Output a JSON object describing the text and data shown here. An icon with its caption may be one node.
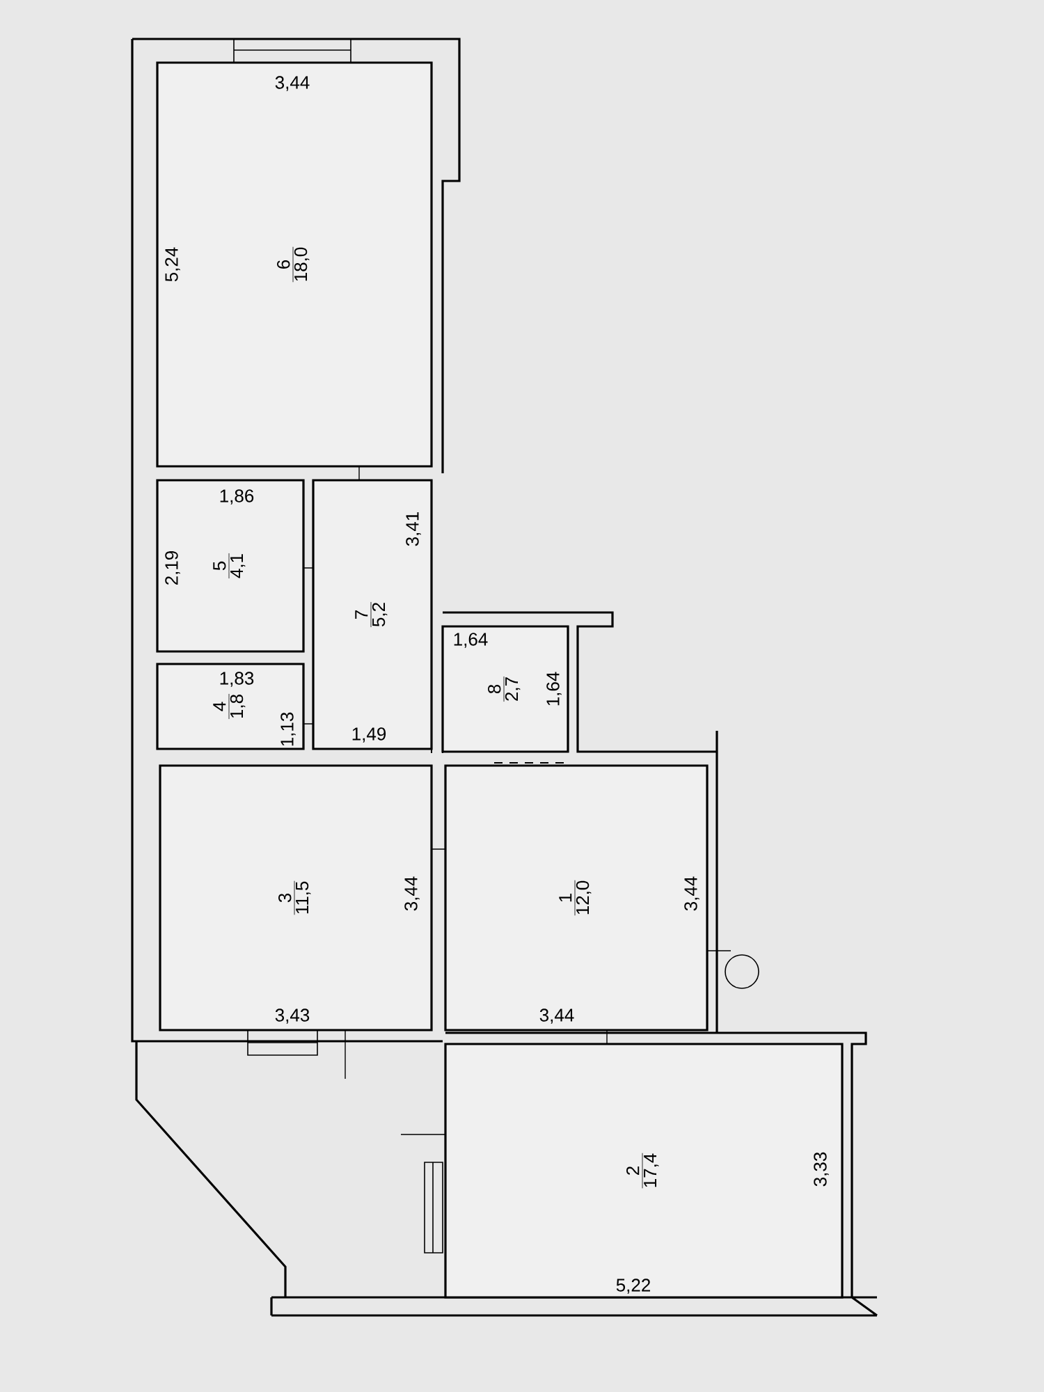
{
  "diagram": {
    "nodes": [
      {
        "text": [
          "6",
          "18,0"
        ]
      },
      {
        "text": [
          "5",
          "4,1"
        ]
      },
      {
        "text": [
          "7",
          "5,2"
        ]
      },
      {
        "text": [
          "8",
          "2,7"
        ]
      },
      {
        "text": [
          "4",
          "1,8"
        ]
      },
      {
        "text": [
          "3",
          "11,5"
        ]
      },
      {
        "text": [
          "1",
          "12,0"
        ]
      },
      {
        "text": [
          "2",
          "17,4"
        ]
      }
    ],
    "labels": [
      "3,44",
      "5,24",
      "1,86",
      "2,19",
      "3,41",
      "1,64",
      "1,83",
      "1,64",
      "1,13",
      "1,49",
      "3,44",
      "3,44",
      "3,43",
      "3,44",
      "3,33",
      "5,22"
    ]
  }
}
